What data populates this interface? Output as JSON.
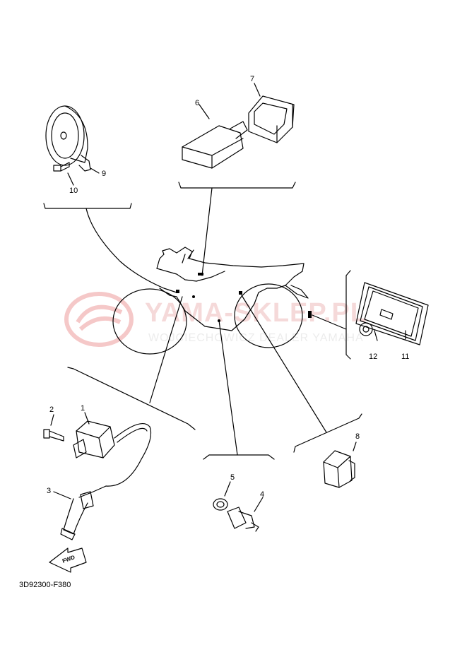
{
  "callouts": {
    "p1": "1",
    "p2": "2",
    "p3": "3",
    "p4": "4",
    "p5": "5",
    "p6": "6",
    "p7": "7",
    "p8": "8",
    "p9": "9",
    "p10": "10",
    "p11": "11",
    "p12": "12"
  },
  "fwd_label": "FWD",
  "document_id": "3D92300-F380",
  "watermark": {
    "main": "YAMA-SKLEP.PL",
    "sub": "WOJCIECHOWICZ   DEALER YAMAHA"
  }
}
